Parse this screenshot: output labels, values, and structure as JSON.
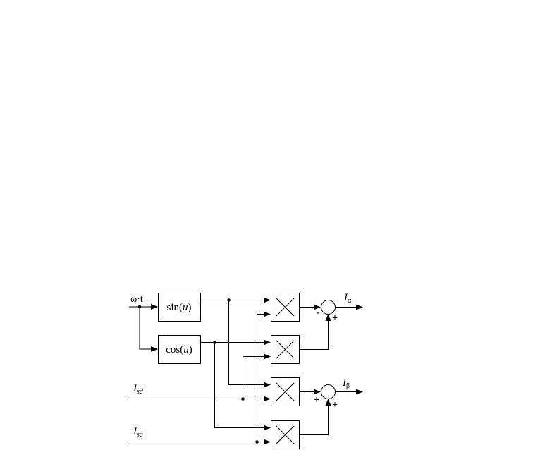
{
  "inputs": {
    "omega_t": "ω·t",
    "isd_main": "I",
    "isd_sub": "sd",
    "isq_main": "I",
    "isq_sub": "sq"
  },
  "blocks": {
    "sin_main": "sin(",
    "sin_var": "u",
    "sin_end": ")",
    "cos_main": "cos(",
    "cos_var": "u",
    "cos_end": ")"
  },
  "outputs": {
    "ialpha_main": "I",
    "ialpha_sub": "α",
    "ibeta_main": "I",
    "ibeta_sub": "β"
  },
  "signs": {
    "sum1_left": "-",
    "sum1_bottom": "+",
    "sum2_left": "+",
    "sum2_bottom": "+"
  }
}
